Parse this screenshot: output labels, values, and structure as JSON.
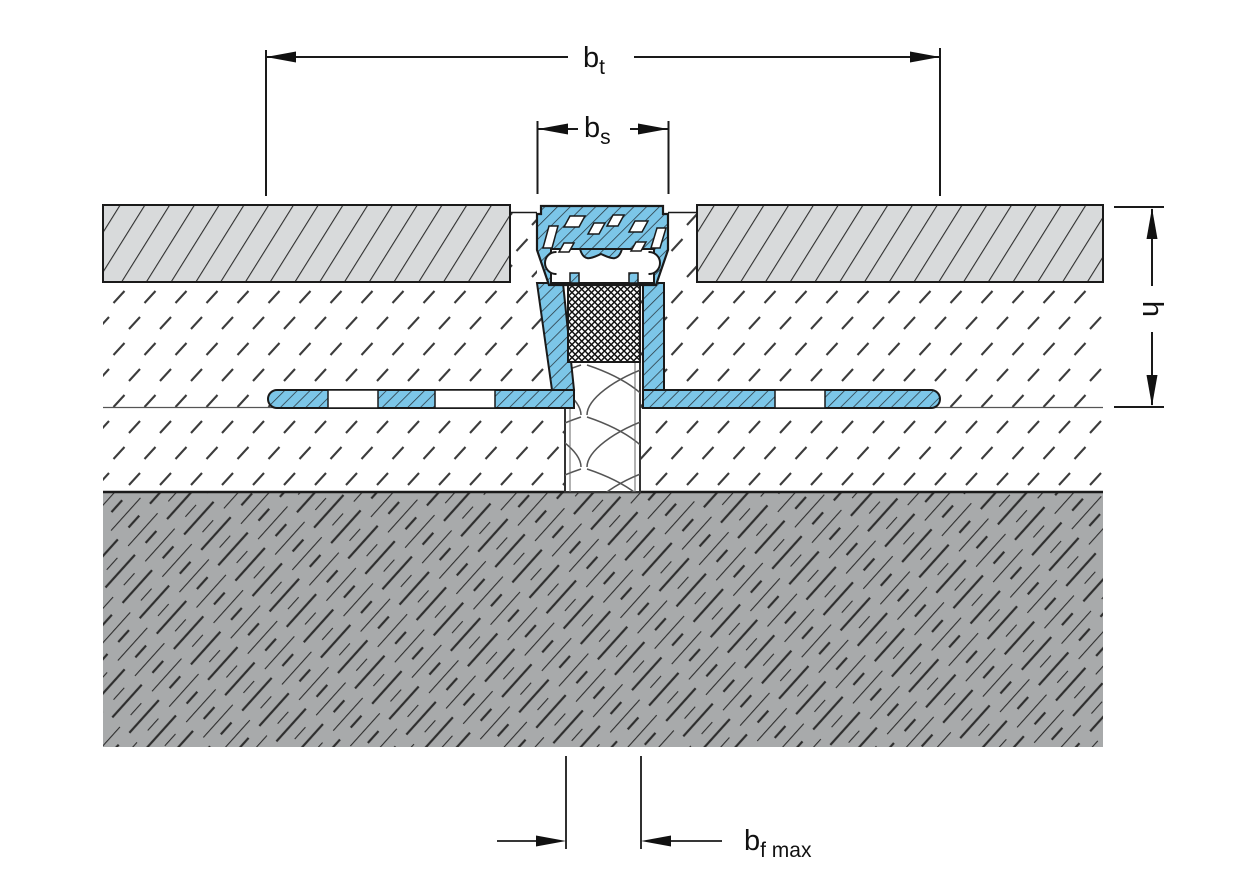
{
  "diagram": {
    "labels": {
      "bt_base": "b",
      "bt_sub": "t",
      "bs_base": "b",
      "bs_sub": "s",
      "h": "h",
      "bf_base": "b",
      "bf_sub": "f max"
    },
    "colors": {
      "profile_blue": "#7cc6e8",
      "tile_gray": "#d8dadb",
      "slab_gray": "#a8aaab",
      "line": "#1a1a1a",
      "background": "#ffffff"
    }
  }
}
